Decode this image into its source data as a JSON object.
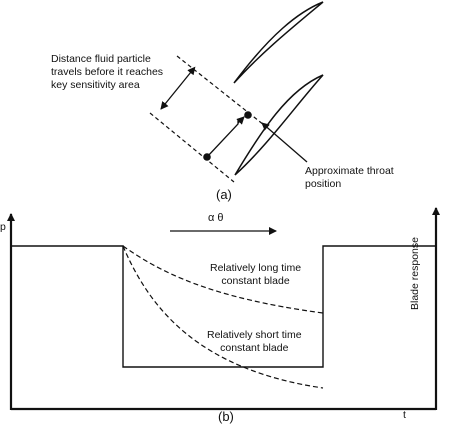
{
  "panel_a": {
    "caption": "(a)",
    "distance_label": [
      "Distance fluid particle",
      "travels before it reaches",
      "key sensitivity area"
    ],
    "throat_label": [
      "Approximate  throat",
      "position"
    ]
  },
  "panel_b": {
    "caption": "(b)",
    "y_axis_label": "p",
    "x_axis_label": "t",
    "right_axis_label": "Blade response",
    "arrow_label": "α θ",
    "long_curve_label": [
      "Relatively long time",
      "constant blade"
    ],
    "short_curve_label": [
      "Relatively short time",
      "constant blade"
    ]
  }
}
